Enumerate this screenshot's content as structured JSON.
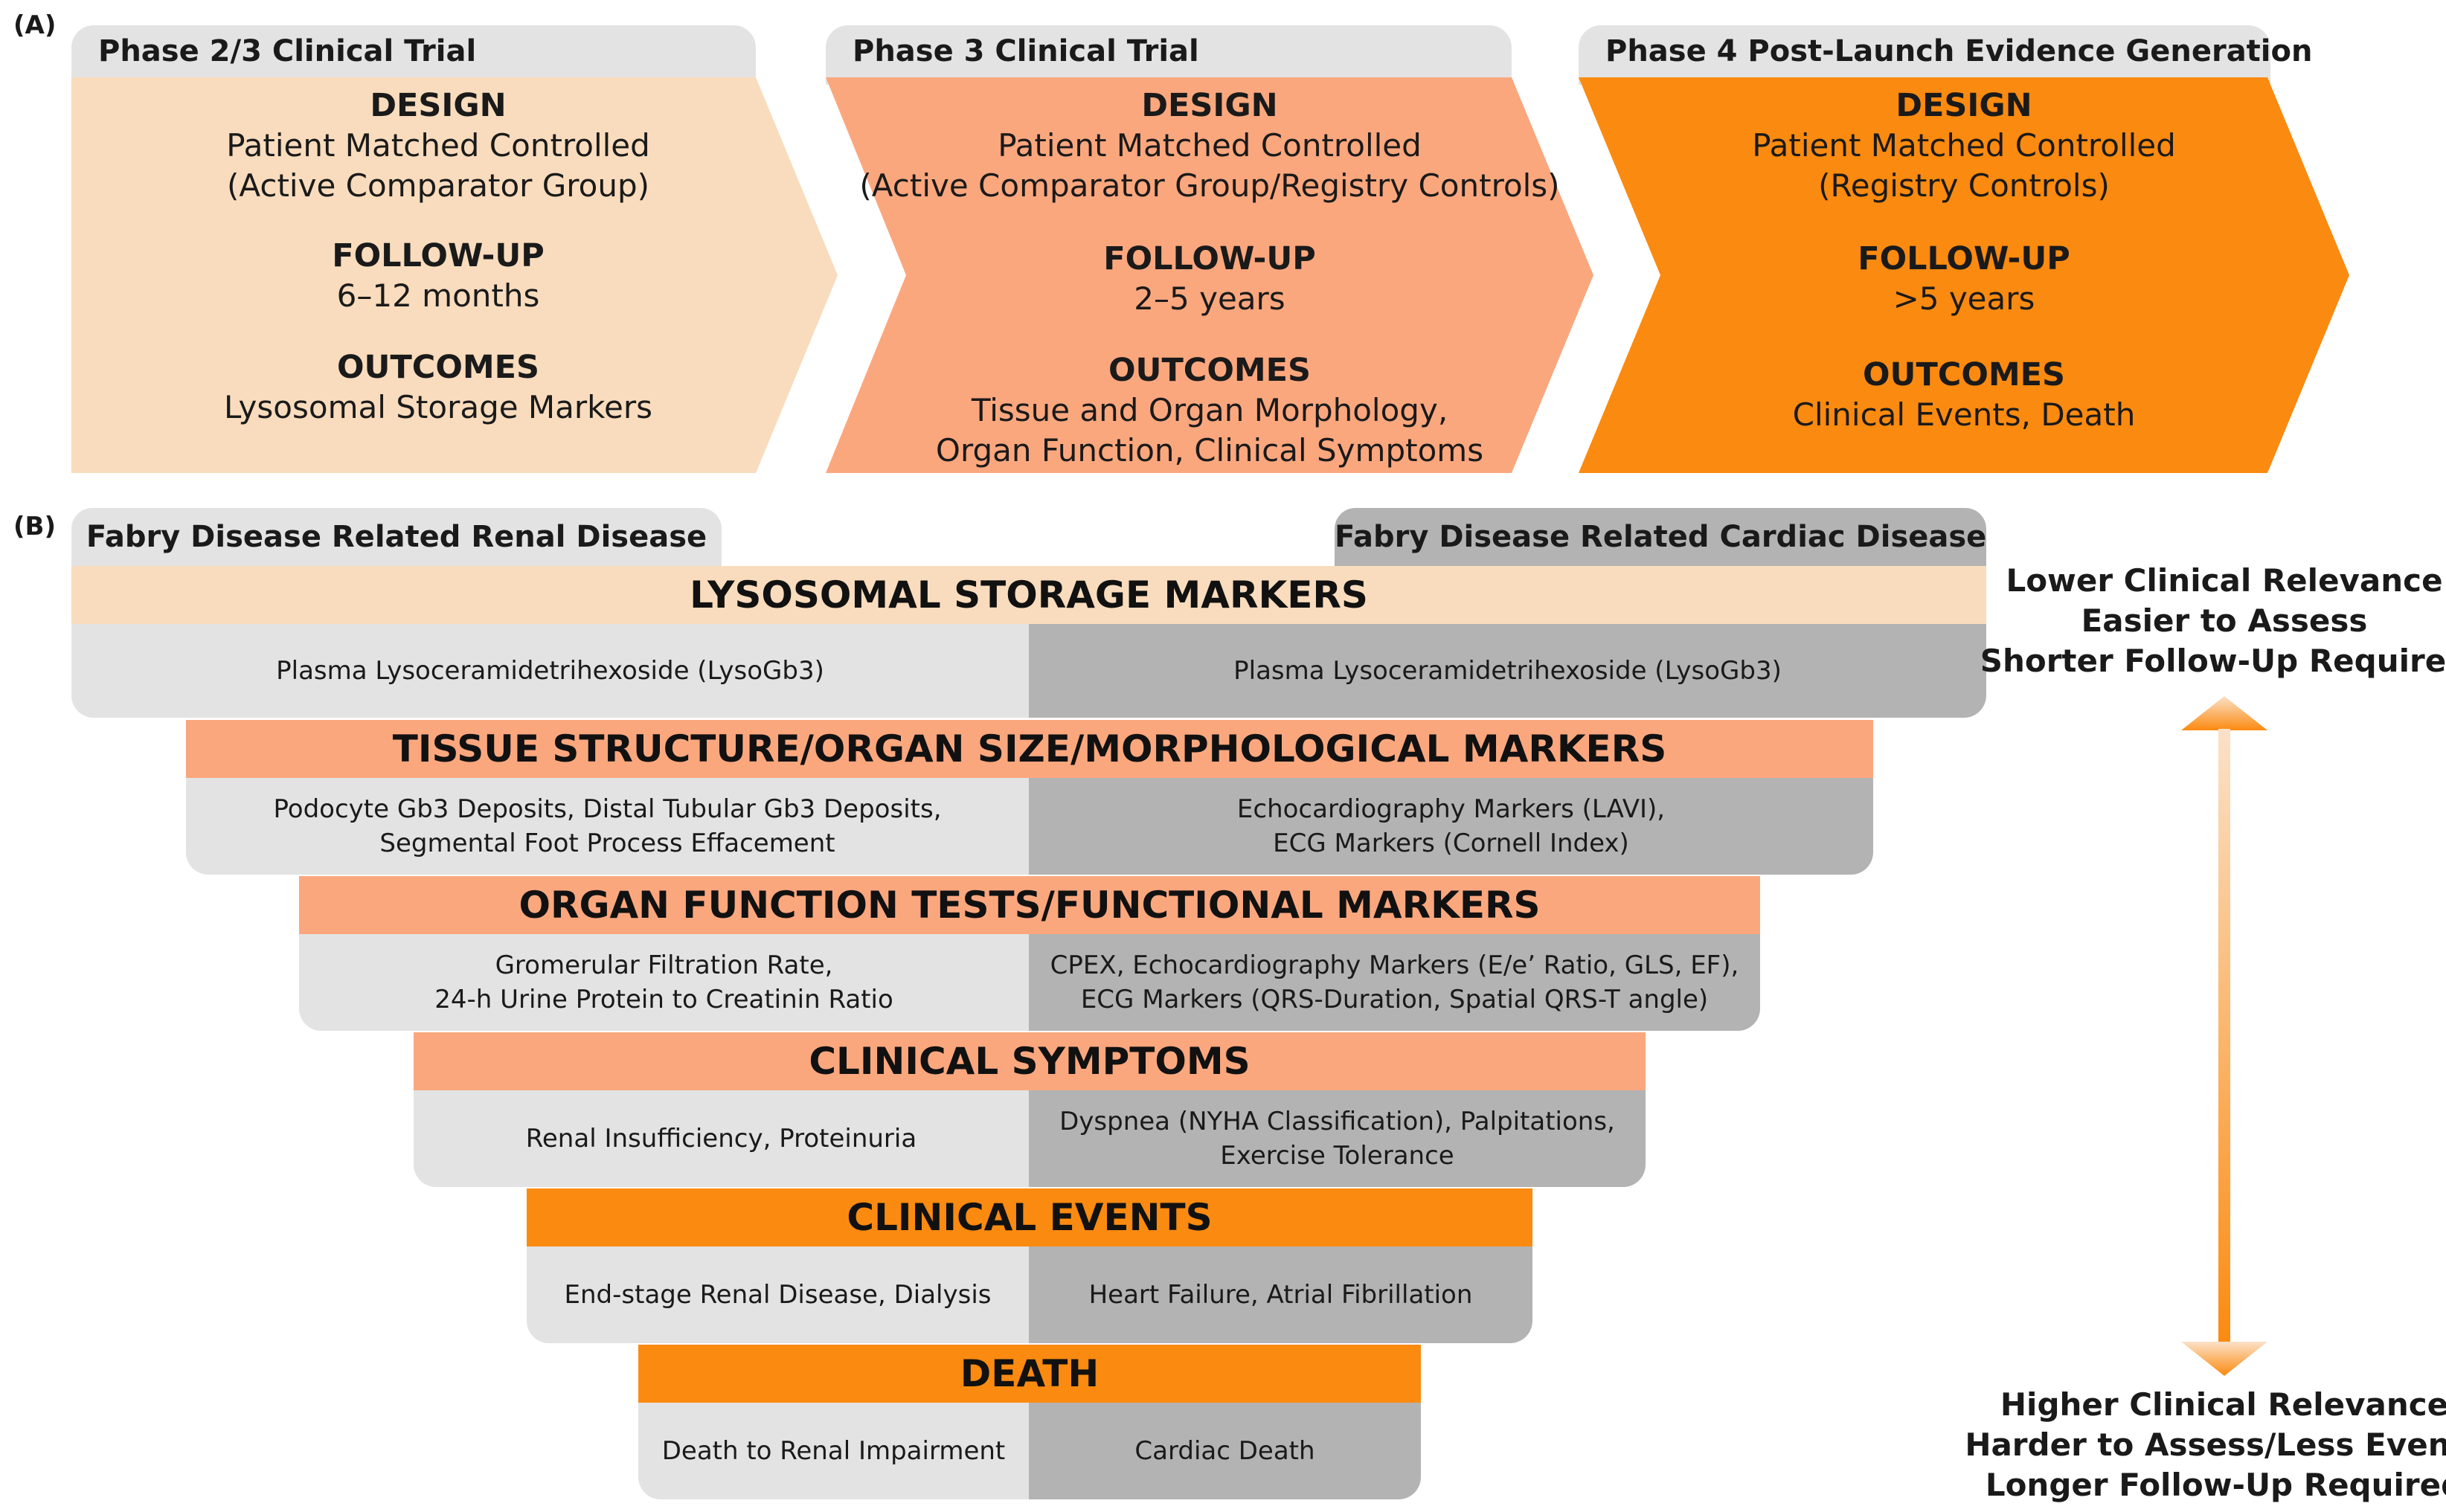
{
  "panel_a": {
    "label": "(A)",
    "phases": [
      {
        "title": "Phase 2/3 Clinical Trial",
        "color": "#f9dcbd",
        "design_heading": "DESIGN",
        "design_lines": [
          "Patient Matched Controlled",
          "(Active Comparator Group)"
        ],
        "followup_heading": "FOLLOW-UP",
        "followup": "6–12 months",
        "outcomes_heading": "OUTCOMES",
        "outcomes_lines": [
          "Lysosomal Storage Markers"
        ]
      },
      {
        "title": "Phase 3 Clinical Trial",
        "color": "#fba77e",
        "design_heading": "DESIGN",
        "design_lines": [
          "Patient Matched Controlled",
          "(Active Comparator Group/Registry Controls)"
        ],
        "followup_heading": "FOLLOW-UP",
        "followup": "2–5 years",
        "outcomes_heading": "OUTCOMES",
        "outcomes_lines": [
          "Tissue and Organ Morphology,",
          "Organ Function, Clinical Symptoms"
        ]
      },
      {
        "title": "Phase 4 Post-Launch Evidence Generation",
        "color": "#fb8a10",
        "design_heading": "DESIGN",
        "design_lines": [
          "Patient Matched Controlled",
          "(Registry Controls)"
        ],
        "followup_heading": "FOLLOW-UP",
        "followup": ">5 years",
        "outcomes_heading": "OUTCOMES",
        "outcomes_lines": [
          "Clinical Events, Death"
        ]
      }
    ]
  },
  "panel_b": {
    "label": "(B)",
    "left_tab": "Fabry Disease Related Renal Disease",
    "right_tab": "Fabry Disease Related Cardiac Disease",
    "tiers": [
      {
        "title": "LYSOSOMAL STORAGE MARKERS",
        "band_color": "#f9dcbd",
        "renal": [
          "Plasma Lysoceramidetrihexoside (LysoGb3)"
        ],
        "cardiac": [
          "Plasma Lysoceramidetrihexoside (LysoGb3)"
        ]
      },
      {
        "title": "TISSUE STRUCTURE/ORGAN SIZE/MORPHOLOGICAL MARKERS",
        "band_color": "#fba77e",
        "renal": [
          "Podocyte Gb3 Deposits, Distal Tubular Gb3 Deposits,",
          "Segmental Foot Process Effacement"
        ],
        "cardiac": [
          "Echocardiography Markers (LAVI),",
          "ECG Markers (Cornell Index)"
        ]
      },
      {
        "title": "ORGAN FUNCTION TESTS/FUNCTIONAL MARKERS",
        "band_color": "#fba77e",
        "renal": [
          "Gromerular Filtration Rate,",
          "24-h Urine Protein to Creatinin Ratio"
        ],
        "cardiac": [
          "CPEX, Echocardiography Markers (E/e’ Ratio, GLS, EF),",
          "ECG Markers (QRS-Duration, Spatial QRS-T angle)"
        ]
      },
      {
        "title": "CLINICAL SYMPTOMS",
        "band_color": "#fba77e",
        "renal": [
          "Renal Insufficiency, Proteinuria"
        ],
        "cardiac": [
          "Dyspnea (NYHA Classification), Palpitations,",
          "Exercise Tolerance"
        ]
      },
      {
        "title": "CLINICAL EVENTS",
        "band_color": "#fb8a10",
        "renal": [
          "End-stage Renal Disease, Dialysis"
        ],
        "cardiac": [
          "Heart Failure, Atrial Fibrillation"
        ]
      },
      {
        "title": "DEATH",
        "band_color": "#fb8a10",
        "renal": [
          "Death to Renal Impairment"
        ],
        "cardiac": [
          "Cardiac Death"
        ]
      }
    ],
    "top_caption": [
      "Lower Clinical Relevance",
      "Easier to Assess",
      "Shorter Follow-Up Required"
    ],
    "bottom_caption": [
      "Higher Clinical Relevance",
      "Harder to Assess/Less Events",
      "Longer Follow-Up Required"
    ],
    "arrow_colors": {
      "top": "#fbe1c8",
      "bottom": "#fb8a10"
    }
  }
}
